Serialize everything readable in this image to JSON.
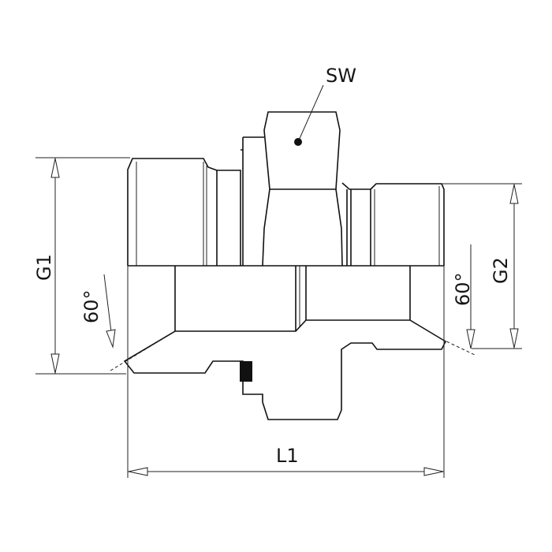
{
  "labels": {
    "sw": "SW",
    "g1": "G1",
    "g2": "G2",
    "l1": "L1",
    "angle_left": "60°",
    "angle_right": "60°"
  }
}
